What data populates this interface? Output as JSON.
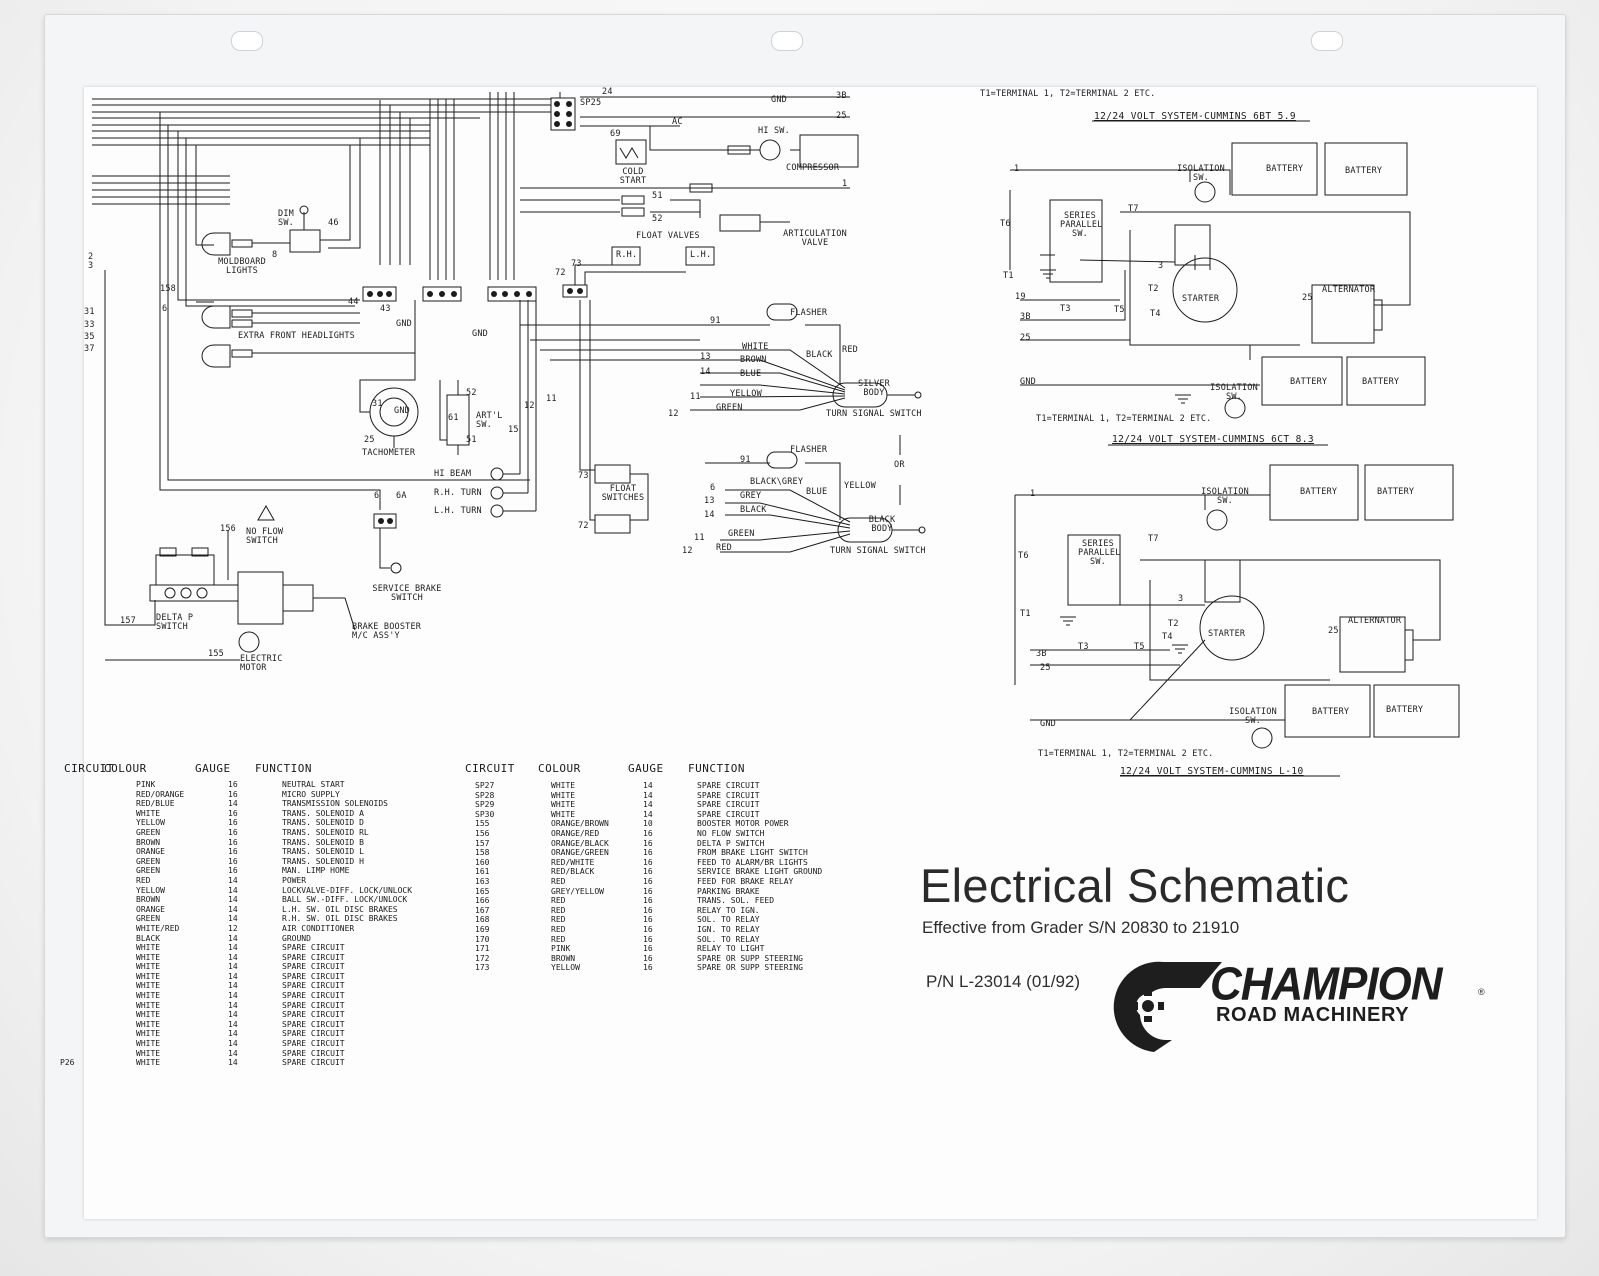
{
  "schematic_labels": {
    "gnd_top": "GND",
    "sp25": "SP25",
    "w24": "24",
    "w3b": "3B",
    "w25": "25",
    "w69": "69",
    "wac": "AC",
    "hi_sw": "HI SW.",
    "compressor": "COMPRESSOR",
    "cold_start": "COLD START",
    "w1": "1",
    "w51": "51",
    "w52": "52",
    "articulation_valve": "ARTICULATION VALVE",
    "dim_sw": "DIM SW.",
    "w46": "46",
    "w8": "8",
    "float_valves": "FLOAT VALVES",
    "rh": "R.H.",
    "lh": "L.H.",
    "w73": "73",
    "w72": "72",
    "moldboard_lights": "MOLDBOARD LIGHTS",
    "w158": "158",
    "w6": "6",
    "w44": "44",
    "w43": "43",
    "gnd_mid": "GND",
    "gnd_mid2": "GND",
    "extra_front_headlights": "EXTRA FRONT HEADLIGHTS",
    "flasher": "FLASHER",
    "w91": "91",
    "white": "WHITE",
    "brown": "BROWN",
    "blue": "BLUE",
    "yellow": "YELLOW",
    "green": "GREEN",
    "black": "BLACK",
    "red": "RED",
    "w13": "13",
    "w14": "14",
    "w11": "11",
    "w12": "12",
    "silver_body": "SILVER BODY",
    "turn_signal_switch": "TURN SIGNAL SWITCH",
    "w31": "31",
    "gnd_tach": "GND",
    "w25b": "25",
    "tachometer": "TACHOMETER",
    "w52b": "52",
    "w61": "61",
    "w51b": "51",
    "artl_sw": "ART'L SW.",
    "w15": "15",
    "w12b": "12",
    "w11b": "11",
    "hi_beam": "HI BEAM",
    "rh_turn": "R.H. TURN",
    "lh_turn": "L.H. TURN",
    "float_switches": "FLOAT SWITCHES",
    "w73b": "73",
    "w72b": "72",
    "flasher2": "FLASHER",
    "w91b": "91",
    "black_grey": "BLACK\\GREY",
    "grey": "GREY",
    "black2": "BLACK",
    "blue2": "BLUE",
    "yellow2": "YELLOW",
    "green2": "GREEN",
    "red2": "RED",
    "w6b": "6",
    "w13b": "13",
    "w14b": "14",
    "w11c": "11",
    "w12c": "12",
    "or": "OR",
    "black_body": "BLACK BODY",
    "turn_signal_switch2": "TURN SIGNAL SWITCH",
    "w156": "156",
    "no_flow_switch": "NO FLOW SWITCH",
    "w6c": "6",
    "w6a": "6A",
    "service_brake_switch": "SERVICE BRAKE SWITCH",
    "w157": "157",
    "delta_p_switch": "DELTA P SWITCH",
    "brake_booster": "BRAKE BOOSTER M/C ASS'Y",
    "w155": "155",
    "electric_motor": "ELECTRIC MOTOR",
    "left_w2": "2",
    "left_w3": "3",
    "left_w31": "31",
    "left_w33": "33",
    "left_w35": "35",
    "left_w37": "37"
  },
  "wiring_systems": [
    {
      "caption": "12/24 VOLT SYSTEM-CUMMINS 6BT 5.9",
      "note_top": "T1=TERMINAL 1, T2=TERMINAL 2 ETC.",
      "isolation_sw": "ISOLATION SW.",
      "battery": "BATTERY",
      "series_parallel_sw": "SERIES PARALLEL SW.",
      "t6": "T6",
      "t7": "T7",
      "t1": "T1",
      "t2": "T2",
      "t3": "T3",
      "t4": "T4",
      "t5": "T5",
      "starter": "STARTER",
      "alternator": "ALTERNATOR",
      "w1": "1",
      "w3": "3",
      "w19": "19",
      "w3b": "3B",
      "w25": "25",
      "w25b": "25"
    },
    {
      "caption": "12/24 VOLT SYSTEM-CUMMINS 6CT 8.3",
      "gnd": "GND",
      "isolation_sw": "ISOLATION SW.",
      "battery": "BATTERY",
      "note": "T1=TERMINAL 1, T2=TERMINAL 2 ETC."
    },
    {
      "caption": "12/24 VOLT SYSTEM-CUMMINS L-10",
      "note": "T1=TERMINAL 1, T2=TERMINAL 2 ETC.",
      "isolation_sw": "ISOLATION SW.",
      "battery": "BATTERY",
      "series_parallel_sw": "SERIES PARALLEL SW.",
      "t6": "T6",
      "t7": "T7",
      "t1": "T1",
      "t2": "T2",
      "t3": "T3",
      "t4": "T4",
      "t5": "T5",
      "starter": "STARTER",
      "alternator": "ALTERNATOR",
      "w1": "1",
      "w3": "3",
      "w3b": "3B",
      "w25": "25",
      "w25b": "25",
      "gnd": "GND",
      "isolation_sw2": "ISOLATION SW."
    }
  ],
  "circuit_table_left": {
    "headers": [
      "CIRCUIT",
      "COLOUR",
      "GAUGE",
      "FUNCTION"
    ],
    "rows": [
      [
        "",
        "PINK",
        "16",
        "NEUTRAL START"
      ],
      [
        "",
        "RED/ORANGE",
        "16",
        "MICRO SUPPLY"
      ],
      [
        "",
        "RED/BLUE",
        "14",
        "TRANSMISSION SOLENOIDS"
      ],
      [
        "",
        "WHITE",
        "16",
        "TRANS. SOLENOID A"
      ],
      [
        "",
        "YELLOW",
        "16",
        "TRANS. SOLENOID D"
      ],
      [
        "",
        "GREEN",
        "16",
        "TRANS. SOLENOID RL"
      ],
      [
        "",
        "BROWN",
        "16",
        "TRANS. SOLENOID B"
      ],
      [
        "",
        "ORANGE",
        "16",
        "TRANS. SOLENOID L"
      ],
      [
        "",
        "GREEN",
        "16",
        "TRANS. SOLENOID H"
      ],
      [
        "",
        "GREEN",
        "16",
        "MAN. LIMP HOME"
      ],
      [
        "",
        "RED",
        "14",
        "POWER"
      ],
      [
        "",
        "YELLOW",
        "14",
        "LOCKVALVE-DIFF. LOCK/UNLOCK"
      ],
      [
        "",
        "BROWN",
        "14",
        "BALL SW.-DIFF. LOCK/UNLOCK"
      ],
      [
        "",
        "ORANGE",
        "14",
        "L.H. SW. OIL DISC BRAKES"
      ],
      [
        "",
        "GREEN",
        "14",
        "R.H. SW. OIL DISC BRAKES"
      ],
      [
        "",
        "WHITE/RED",
        "12",
        "AIR CONDITIONER"
      ],
      [
        "",
        "BLACK",
        "14",
        "GROUND"
      ],
      [
        "",
        "WHITE",
        "14",
        "SPARE CIRCUIT"
      ],
      [
        "",
        "WHITE",
        "14",
        "SPARE CIRCUIT"
      ],
      [
        "",
        "WHITE",
        "14",
        "SPARE CIRCUIT"
      ],
      [
        "",
        "WHITE",
        "14",
        "SPARE CIRCUIT"
      ],
      [
        "",
        "WHITE",
        "14",
        "SPARE CIRCUIT"
      ],
      [
        "",
        "WHITE",
        "14",
        "SPARE CIRCUIT"
      ],
      [
        "",
        "WHITE",
        "14",
        "SPARE CIRCUIT"
      ],
      [
        "",
        "WHITE",
        "14",
        "SPARE CIRCUIT"
      ],
      [
        "",
        "WHITE",
        "14",
        "SPARE CIRCUIT"
      ],
      [
        "",
        "WHITE",
        "14",
        "SPARE CIRCUIT"
      ],
      [
        "",
        "WHITE",
        "14",
        "SPARE CIRCUIT"
      ],
      [
        "",
        "WHITE",
        "14",
        "SPARE CIRCUIT"
      ],
      [
        "P26",
        "WHITE",
        "14",
        "SPARE CIRCUIT"
      ]
    ]
  },
  "circuit_table_right": {
    "headers": [
      "CIRCUIT",
      "COLOUR",
      "GAUGE",
      "FUNCTION"
    ],
    "rows": [
      [
        "SP27",
        "WHITE",
        "14",
        "SPARE CIRCUIT"
      ],
      [
        "SP28",
        "WHITE",
        "14",
        "SPARE CIRCUIT"
      ],
      [
        "SP29",
        "WHITE",
        "14",
        "SPARE CIRCUIT"
      ],
      [
        "SP30",
        "WHITE",
        "14",
        "SPARE CIRCUIT"
      ],
      [
        "155",
        "ORANGE/BROWN",
        "10",
        "BOOSTER MOTOR POWER"
      ],
      [
        "156",
        "ORANGE/RED",
        "16",
        "NO FLOW SWITCH"
      ],
      [
        "157",
        "ORANGE/BLACK",
        "16",
        "DELTA P SWITCH"
      ],
      [
        "158",
        "ORANGE/GREEN",
        "16",
        "FROM BRAKE LIGHT SWITCH"
      ],
      [
        "160",
        "RED/WHITE",
        "16",
        "FEED TO ALARM/BR LIGHTS"
      ],
      [
        "161",
        "RED/BLACK",
        "16",
        "SERVICE BRAKE LIGHT GROUND"
      ],
      [
        "163",
        "RED",
        "16",
        "FEED FOR BRAKE RELAY"
      ],
      [
        "165",
        "GREY/YELLOW",
        "16",
        "PARKING BRAKE"
      ],
      [
        "166",
        "RED",
        "16",
        "TRANS. SOL. FEED"
      ],
      [
        "167",
        "RED",
        "16",
        "RELAY TO IGN."
      ],
      [
        "168",
        "RED",
        "16",
        "SOL. TO RELAY"
      ],
      [
        "169",
        "RED",
        "16",
        "IGN. TO RELAY"
      ],
      [
        "170",
        "RED",
        "16",
        "SOL. TO RELAY"
      ],
      [
        "171",
        "PINK",
        "16",
        "RELAY TO LIGHT"
      ],
      [
        "172",
        "BROWN",
        "16",
        "SPARE OR SUPP STEERING"
      ],
      [
        "173",
        "YELLOW",
        "16",
        "SPARE OR SUPP STEERING"
      ]
    ]
  },
  "title_block": {
    "title": "Electrical Schematic",
    "subtitle": "Effective from Grader S/N 20830 to 21910",
    "part_number": "P/N L-23014 (01/92)",
    "brand": "CHAMPION",
    "brand_sub": "ROAD MACHINERY",
    "registered": "®"
  },
  "colors": {
    "ink": "#1a1a1a",
    "paper": "#fdfdfd",
    "sleeve": "#f4f5f6"
  }
}
